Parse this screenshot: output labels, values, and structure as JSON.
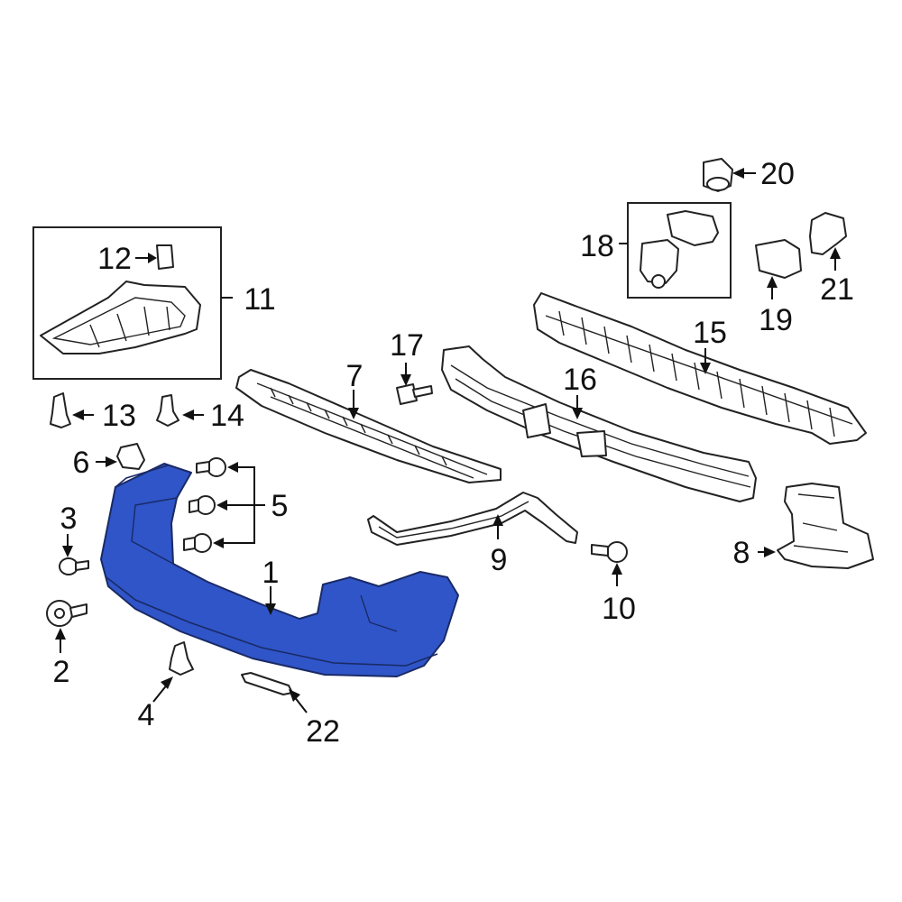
{
  "diagram": {
    "highlight_color": "#2f55c8",
    "callouts": {
      "c1": "1",
      "c2": "2",
      "c3": "3",
      "c4": "4",
      "c5": "5",
      "c6": "6",
      "c7": "7",
      "c8": "8",
      "c9": "9",
      "c10": "10",
      "c11": "11",
      "c12": "12",
      "c13": "13",
      "c14": "14",
      "c15": "15",
      "c16": "16",
      "c17": "17",
      "c18": "18",
      "c19": "19",
      "c20": "20",
      "c21": "21",
      "c22": "22"
    }
  }
}
